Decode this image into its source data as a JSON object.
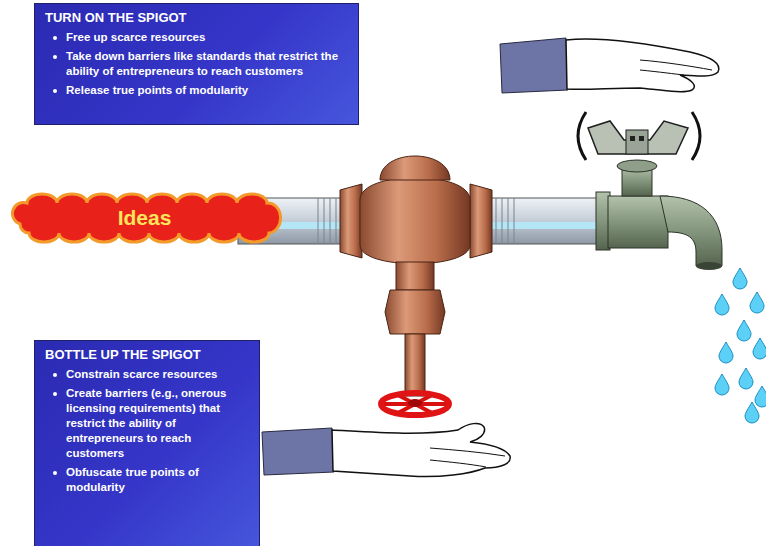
{
  "diagram": {
    "nodes": [
      {
        "text": [
          "TURN ON THE SPIGOT",
          "Free up scarce resources",
          "Take down barriers like standards that restrict the ability of entrepreneurs to reach customers",
          "Release true points of modularity"
        ]
      },
      {
        "text": [
          "Ideas"
        ]
      },
      {
        "text": [
          "BOTTLE UP THE SPIGOT",
          "Constrain scarce resources",
          "Create barriers (e.g., onerous licensing requirements) that restrict the ability of entrepreneurs to reach customers",
          "Obfuscate true points of modularity"
        ]
      }
    ]
  }
}
